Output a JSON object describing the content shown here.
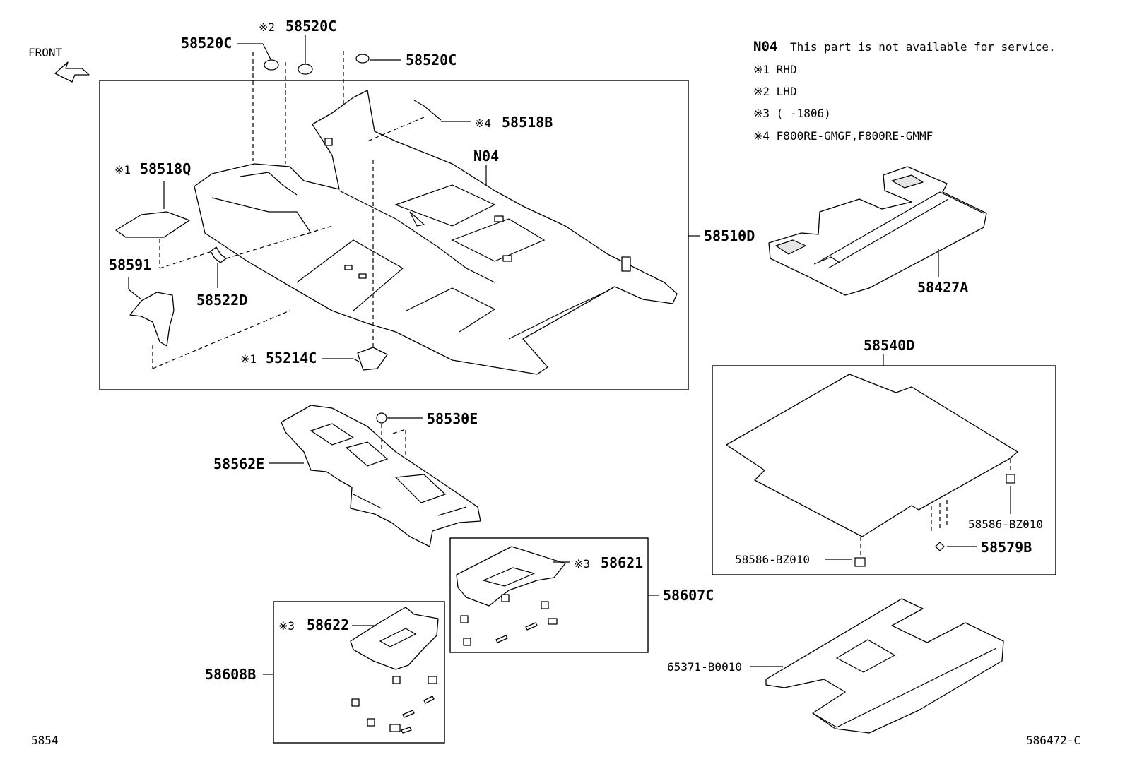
{
  "front_label": "FRONT",
  "notes": {
    "n04_code": "N04",
    "n04_text": "This part is not available for service.",
    "rhd": "※1 RHD",
    "lhd": "※2 LHD",
    "range": "※3 (    -1806)",
    "models": "※4 F800RE-GMGF,F800RE-GMMF"
  },
  "callouts": {
    "p58520C_left": "58520C",
    "p58520C_mid_mark": "※2",
    "p58520C_mid": "58520C",
    "p58520C_right": "58520C",
    "p58518B_mark": "※4",
    "p58518B": "58518B",
    "n04_label": "N04",
    "p58518Q_mark": "※1",
    "p58518Q": "58518Q",
    "p58591": "58591",
    "p58522D": "58522D",
    "p55214C_mark": "※1",
    "p55214C": "55214C",
    "p58510D": "58510D",
    "p58427A": "58427A",
    "p58540D": "58540D",
    "p58530E": "58530E",
    "p58562E": "58562E",
    "p58586_right": "58586-BZ010",
    "p58586_left": "58586-BZ010",
    "p58579B": "58579B",
    "p58621_mark": "※3",
    "p58621": "58621",
    "p58607C": "58607C",
    "p58622_mark": "※3",
    "p58622": "58622",
    "p58608B": "58608B",
    "p65371": "65371-B0010"
  },
  "footer": {
    "left_code": "5854",
    "right_code": "586472-C"
  }
}
